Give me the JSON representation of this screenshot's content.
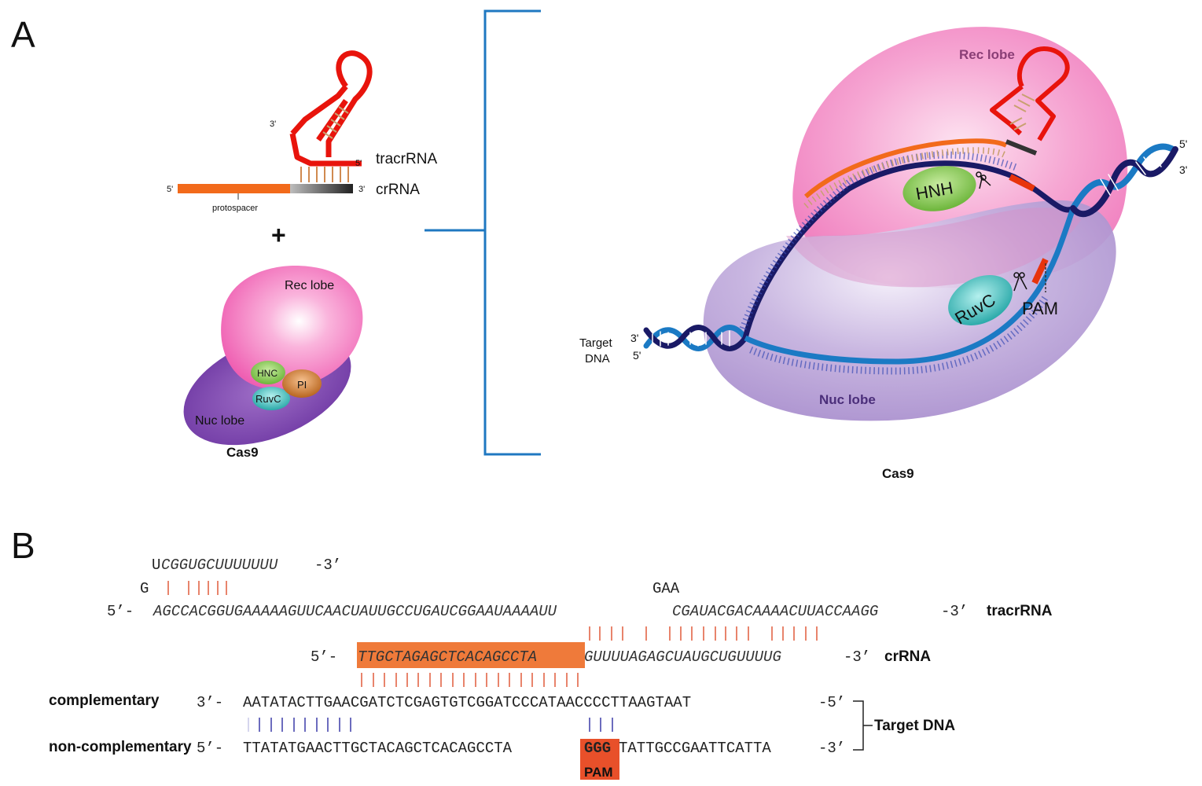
{
  "panel_a": {
    "letter": "A",
    "guide": {
      "three_prime": "3'",
      "five_prime_tracr": "5'",
      "tracr_label": "tracrRNA",
      "five_prime_cr": "5'",
      "three_prime_cr": "3'",
      "cr_label": "crRNA",
      "protospacer": "protospacer",
      "plus": "+"
    },
    "small_cas9": {
      "rec_lobe": "Rec lobe",
      "hnc": "HNC",
      "pi": "PI",
      "ruvc": "RuvC",
      "nuc_lobe": "Nuc lobe",
      "title": "Cas9"
    },
    "big_cas9": {
      "rec_lobe": "Rec lobe",
      "hnh": "HNH",
      "ruvc": "RuvC",
      "pam": "PAM",
      "nuc_lobe": "Nuc lobe",
      "target_dna_line1": "Target",
      "target_dna_line2": "DNA",
      "left_3": "3'",
      "left_5": "5'",
      "right_5": "5'",
      "right_3": "3'",
      "title": "Cas9"
    },
    "colors": {
      "rec_pink": "#f78fc8",
      "nuc_purple": "#9a7fc4",
      "tracr_red": "#e8140c",
      "crrna_orange": "#f26a1b",
      "dna_blue": "#1b7ac4",
      "dna_navy": "#1a1a66",
      "bracket_blue": "#1f78c1",
      "hnh_green": "#7cc242",
      "ruvc_teal": "#35b3b3",
      "pi_brown": "#c9762c"
    }
  },
  "panel_b": {
    "letter": "B",
    "tracr_hairpin_top": "UCGGUGCUUUUUUU -3’",
    "tracr_hairpin_top_U": "U",
    "tracr_hairpin_top_rest": "CGGUGCUUUUUUU",
    "tracr_hairpin_top_end": " -3’",
    "tracr_G": "G",
    "tracr_GAA": "GAA",
    "tracr_5": "5’-",
    "tracr_seq_a": "AGCCACGGUGAAAAAGUUCAACUAUUGCCUGAUCGGAAUAAAAUU",
    "tracr_seq_b": "CGAUACGACAAAACUUACCAAGG",
    "tracr_3": "-3’",
    "tracr_label": "tracrRNA",
    "cr_5": "5’-",
    "cr_spacer": "TTGCTAGAGCTCACAGCCTA",
    "cr_repeat": "GUUUUAGAGCUAUGCUGUUUUG",
    "cr_3": "-3’",
    "cr_label": "crRNA",
    "comp_label": "complementary",
    "comp_3": "3’-",
    "comp_seq": "AATATACTTGAACGATCTCGAGTGTCGGATCCCATAACCCCTTAAGTAAT",
    "comp_5": "-5’",
    "noncomp_label": "non-complementary",
    "noncomp_5": "5’-",
    "noncomp_seq_a": "TTATATGAACTTGCTACAGCTCACAGCCTA",
    "noncomp_pam": "GGG",
    "noncomp_seq_b": "TATTGCCGAATTCATTA",
    "noncomp_3": "-3’",
    "target_dna_label": "Target DNA",
    "pam_label": "PAM",
    "colors": {
      "spacer_box": "#ef7a3a",
      "pam_box": "#e8502a",
      "pair_red": "#e05a3a",
      "pair_blue": "#3b3ba8"
    }
  }
}
